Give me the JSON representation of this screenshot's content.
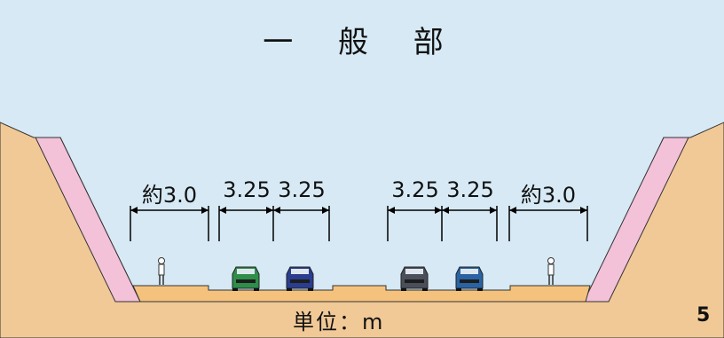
{
  "title": "一 般 部",
  "dimensions": [
    "約3.0",
    "3.25",
    "3.25",
    "3.25",
    "3.25",
    "約3.0"
  ],
  "unit_label": "単位：m",
  "page_number": "5",
  "colors": {
    "sky": "#d6e9f4",
    "ground": "#f1c997",
    "road": "#f5c27e",
    "retaining_wall": "#f3c1d8",
    "dimension_line": "#000000",
    "car_green": "#2e8f4a",
    "car_navy": "#2a3d8f",
    "car_gray": "#4a4f5a",
    "car_blue": "#2a63a3"
  },
  "icons": [
    "pedestrian-icon",
    "car-icon"
  ]
}
